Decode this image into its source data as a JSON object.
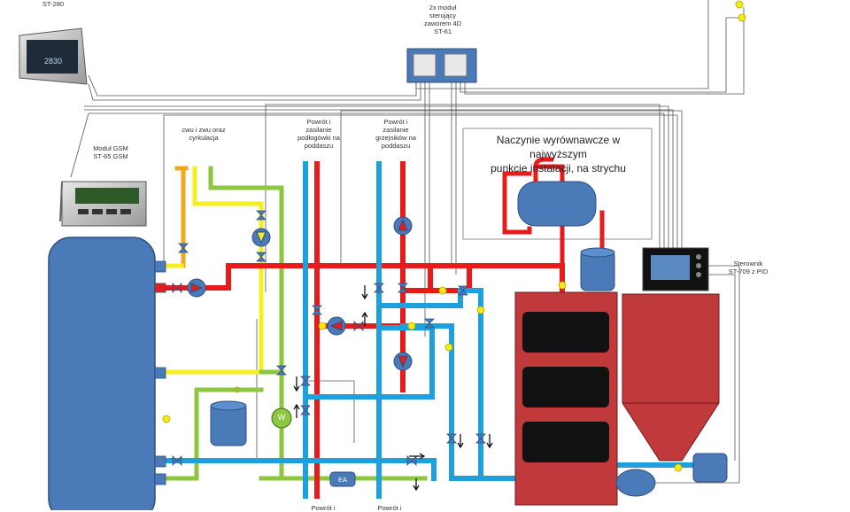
{
  "labels": {
    "top_left_device": "ST-280",
    "module_4d": "2x moduł\nsterujący\nzaworem 4D\nST-61",
    "gsm_module": "Moduł GSM\nST-65 GSM",
    "cwu_zwu": "cwu i zwu oraz\ncyrkulacja",
    "powrot_podlogowki": "Powrót i\nzasilanie\npodłogówki na\npoddaszu",
    "powrot_grzejnikow": "Powrót i\nzasilanie\ngrzejników na\npoddaszu",
    "naczynie": "Naczynie wyrównawcze w najwyższym\npunkcie instalacji, na strychu",
    "sterownik": "Sterownik\nST-709 z PID",
    "ea": "EA",
    "w": "W",
    "bottom_left": "Powrót i",
    "bottom_right": "Powrót i"
  },
  "colors": {
    "red_pipe": "#e81b1b",
    "blue_pipe": "#1ea0dc",
    "green_pipe": "#8dc63f",
    "yellow_pipe": "#f4f020",
    "orange_pipe": "#f2a81d",
    "tank_fill": "#4a7ab8",
    "boiler_fill": "#c0393b",
    "sensor": "#f5ea14"
  }
}
